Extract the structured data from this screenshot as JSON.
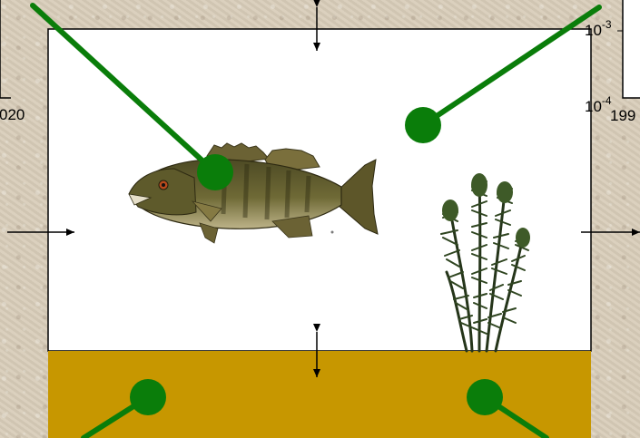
{
  "left_chart_fragment": {
    "tick_label": "020"
  },
  "right_chart_fragment": {
    "tick_top_base": "10",
    "tick_top_exp": "-3",
    "tick_bottom_base": "10",
    "tick_bottom_exp": "-4",
    "x_tick": "199"
  },
  "colors": {
    "water": "#ffffff",
    "sediment": "#c79700",
    "node": "#0a7d0a",
    "arrow": "#000000"
  },
  "icons": {
    "fish": "smallmouth-bass-illustration",
    "plant": "aquatic-plant-illustration"
  }
}
